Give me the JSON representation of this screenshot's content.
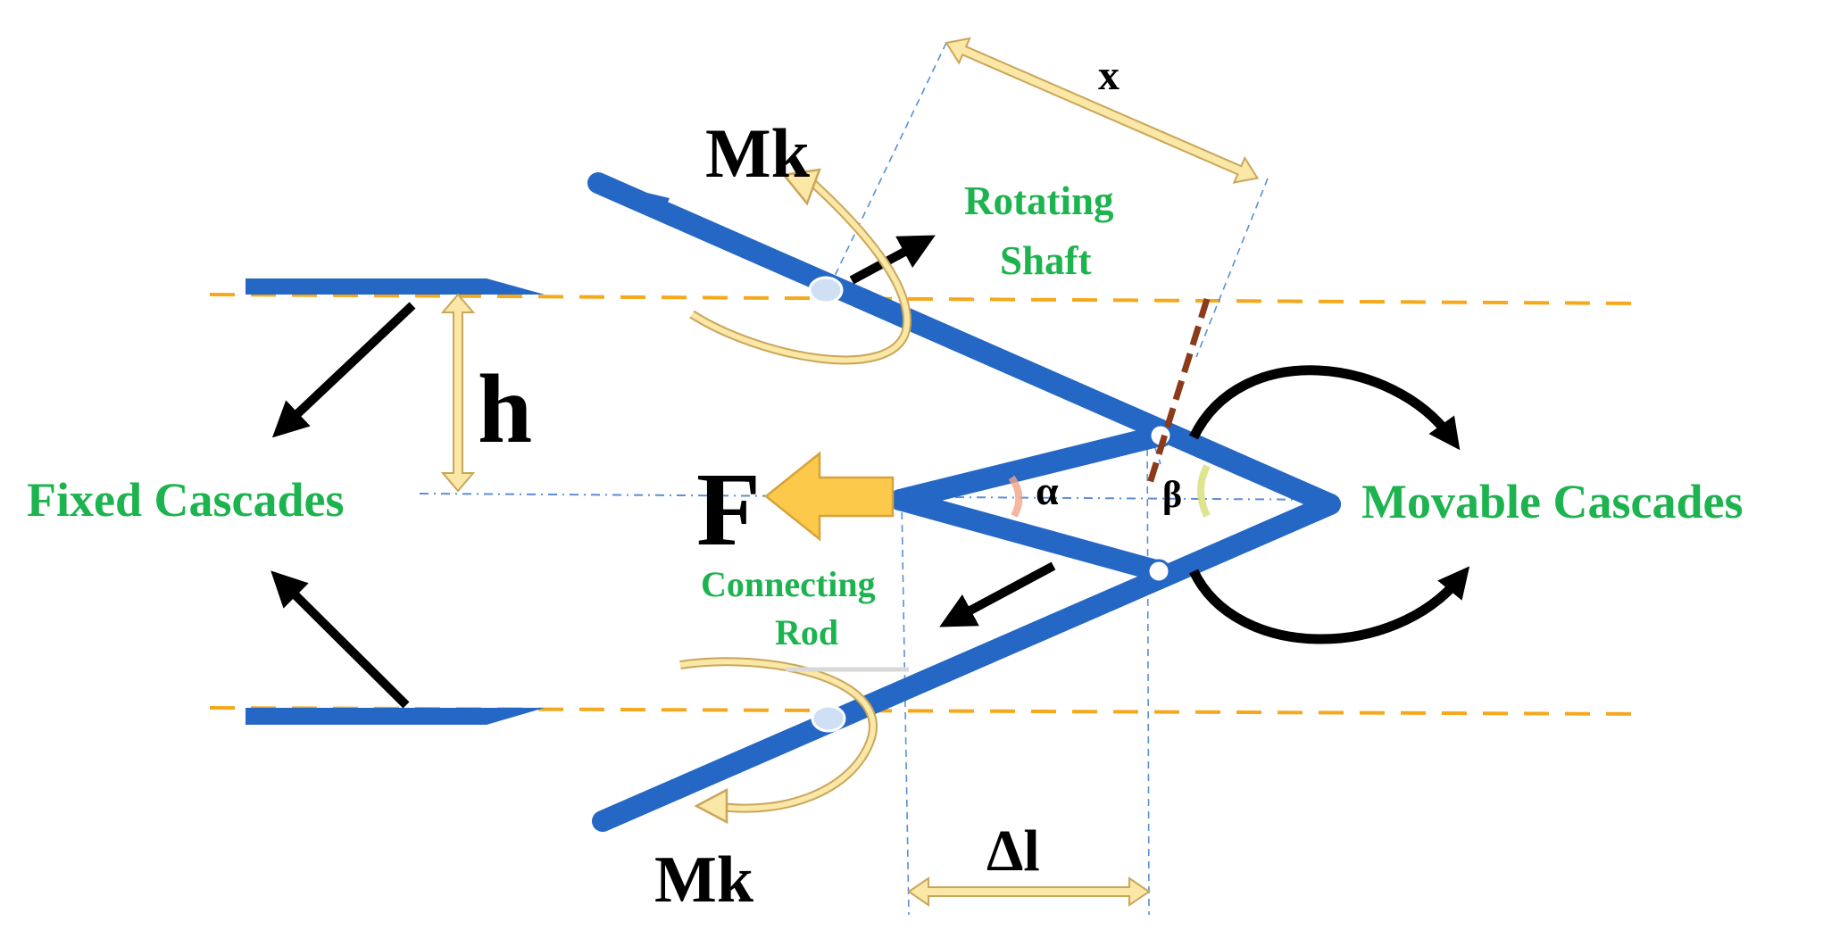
{
  "labels": {
    "fixed_cascades": "Fixed Cascades",
    "movable_cascades": "Movable Cascades",
    "rotating_shaft_line1": "Rotating",
    "rotating_shaft_line2": "Shaft",
    "connecting_rod_line1": "Connecting",
    "connecting_rod_line2": "Rod",
    "mk_top": "Mk",
    "mk_bottom": "Mk",
    "force": "F",
    "height": "h",
    "distance_x": "x",
    "delta_l": "Δl",
    "angle_alpha": "α",
    "angle_beta": "β"
  },
  "colors": {
    "blade_blue": "#2567C4",
    "label_green": "#1DB34E",
    "guide_orange": "#F5A81C",
    "dim_arrow_fill": "#FBE7A6",
    "dim_arrow_stroke": "#C9A65A",
    "force_arrow_fill": "#FCC94B",
    "force_arrow_stroke": "#D6A33B",
    "thin_dashed_blue": "#5B8FD6",
    "dashed_brown": "#8B3A1A",
    "black": "#000000"
  }
}
